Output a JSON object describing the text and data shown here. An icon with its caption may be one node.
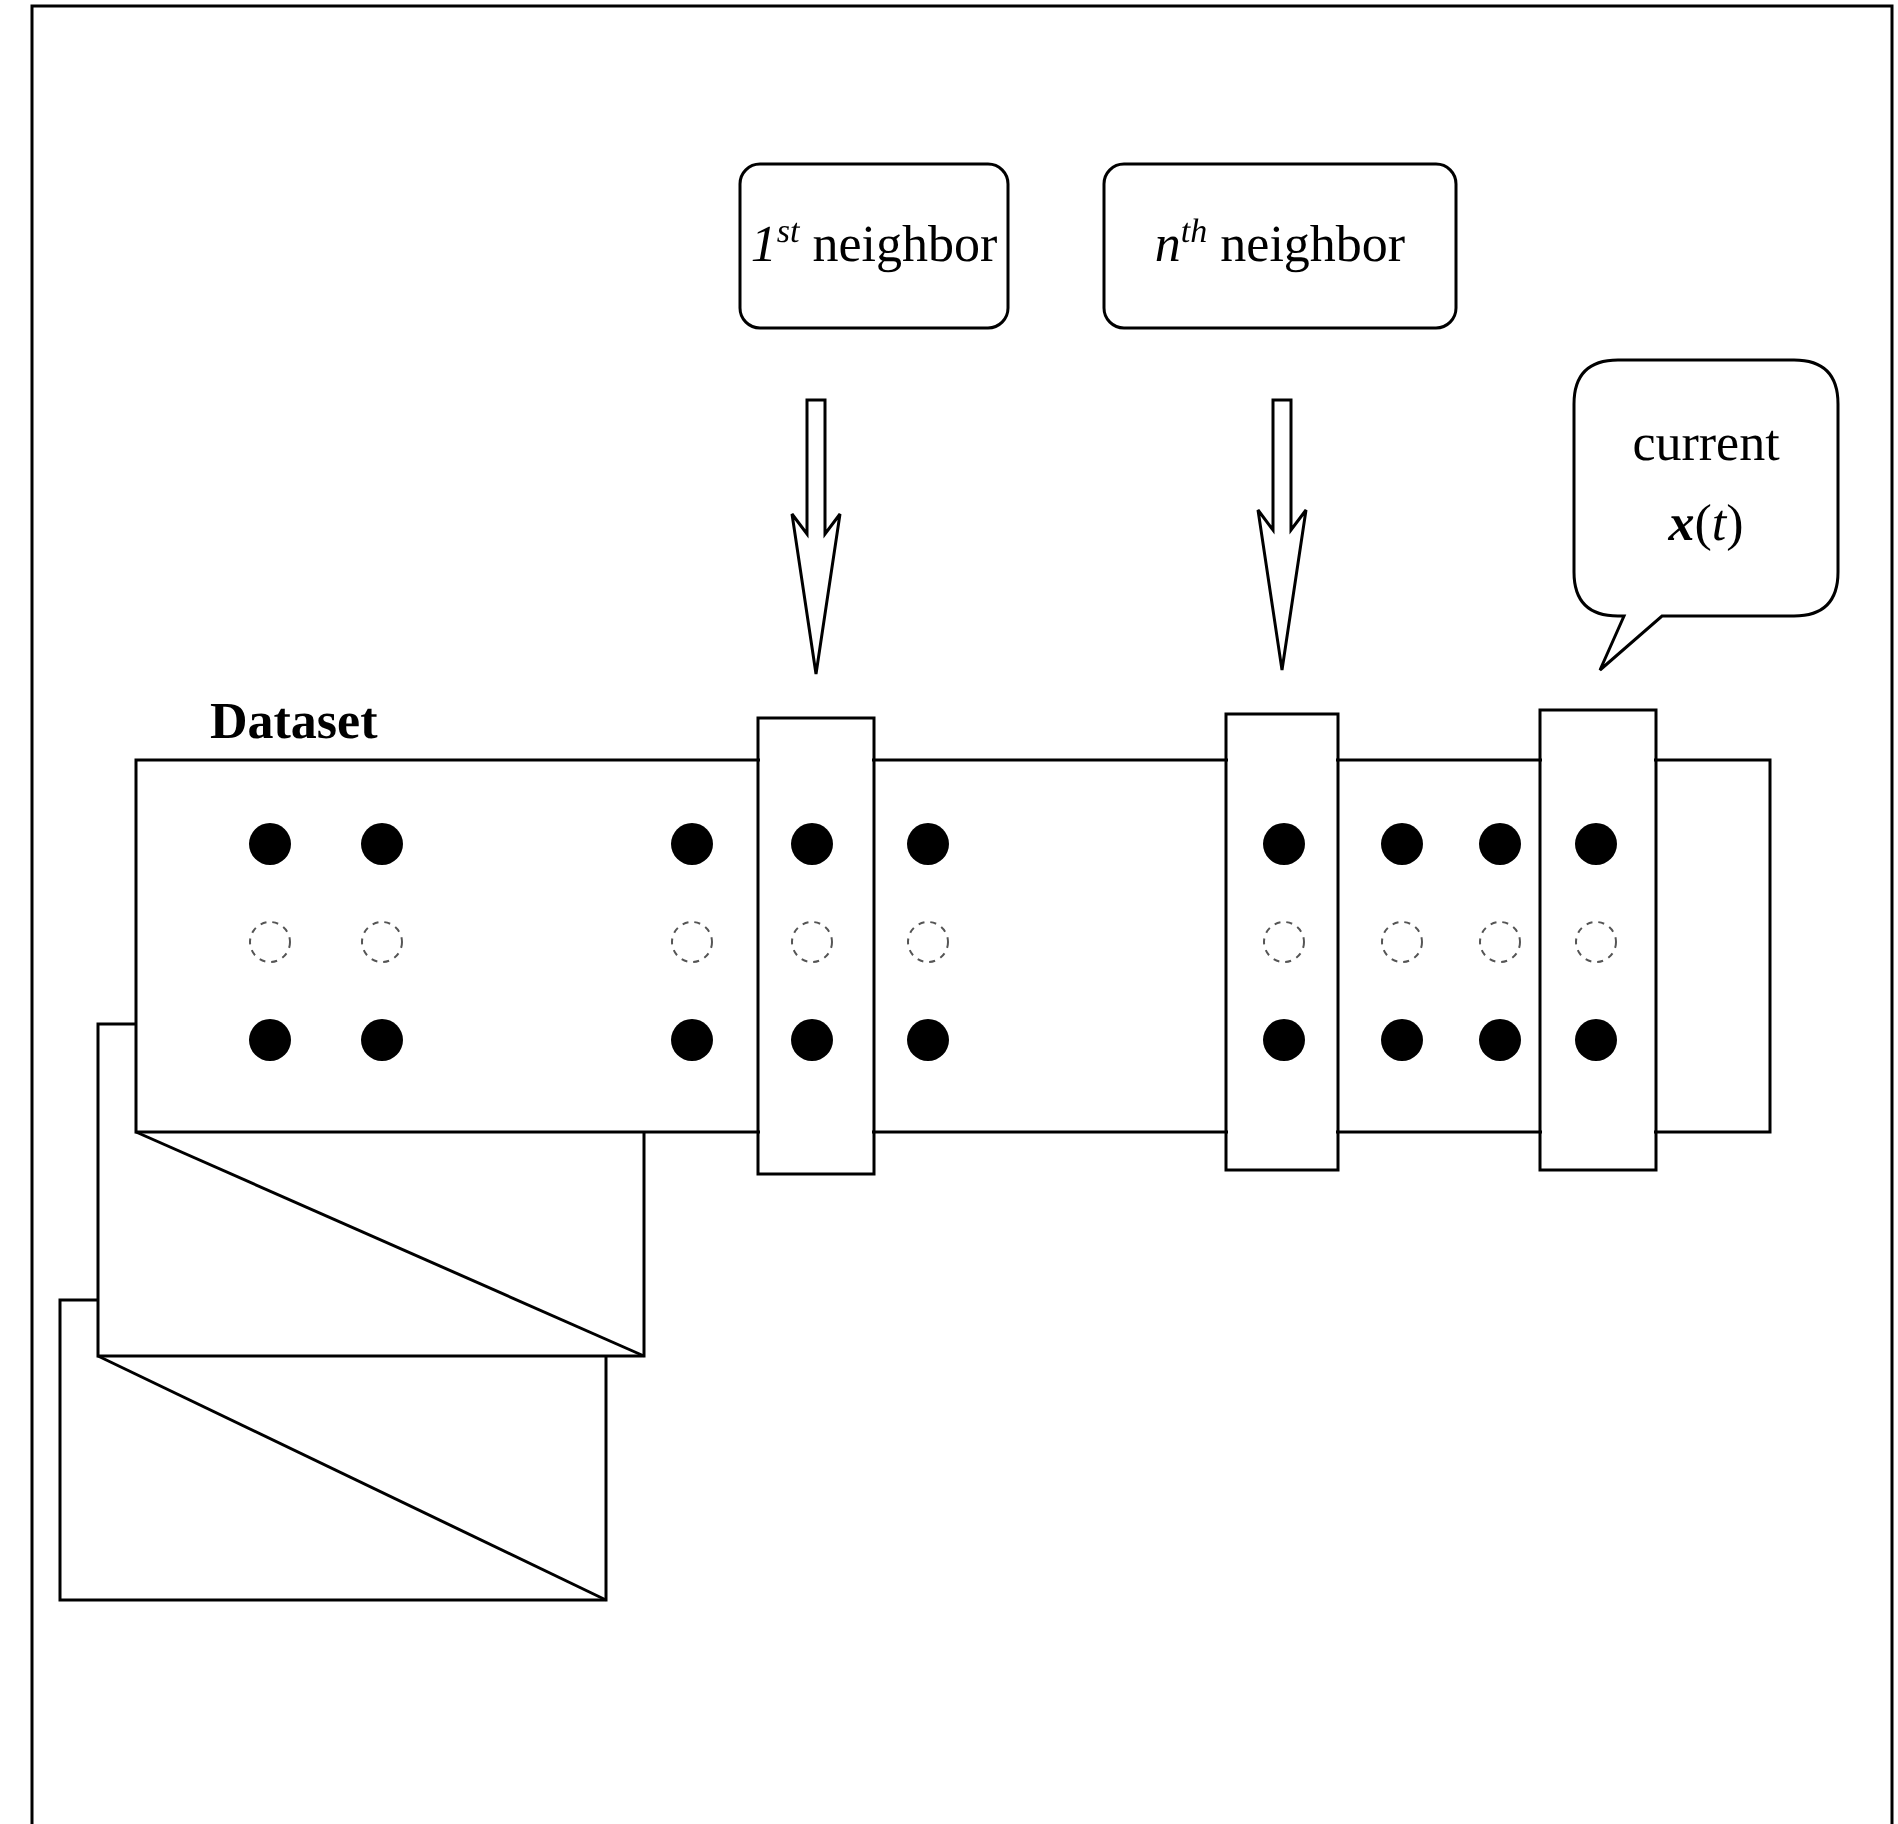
{
  "diagram": {
    "nodes": [
      {
        "text": [
          "*1*$^{st}$ neighbor"
        ]
      },
      {
        "text": [
          "*n*$^{th}$ neighbor"
        ]
      },
      {
        "text": [
          "current **x**(*t*)"
        ]
      },
      {
        "text": [
          "Dataset"
        ]
      },
      {
        "text": [],
        "shape": "box"
      },
      {
        "text": [],
        "shape": "box"
      },
      {
        "text": [],
        "shape": "box"
      }
    ],
    "edges": [
      {
        "from": 0,
        "to": 4,
        "arrow": "to"
      },
      {
        "from": 1,
        "to": 5,
        "arrow": "to"
      }
    ]
  }
}
